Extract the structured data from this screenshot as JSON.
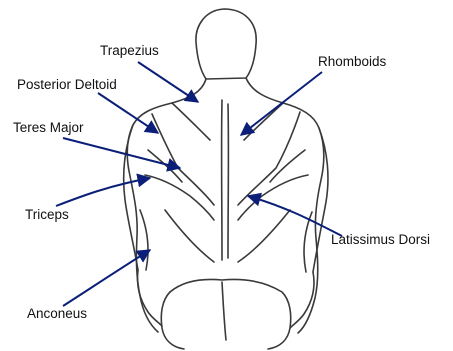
{
  "labels": {
    "trapezius": "Trapezius",
    "rhomboids": "Rhomboids",
    "posterior_deltoid": "Posterior Deltoid",
    "teres_major": "Teres Major",
    "triceps": "Triceps",
    "latissimus_dorsi": "Latissimus Dorsi",
    "anconeus": "Anconeus"
  },
  "colors": {
    "outline": "#3a3a3a",
    "arrow": "#0b1f78",
    "text": "#111111",
    "background": "#ffffff"
  }
}
